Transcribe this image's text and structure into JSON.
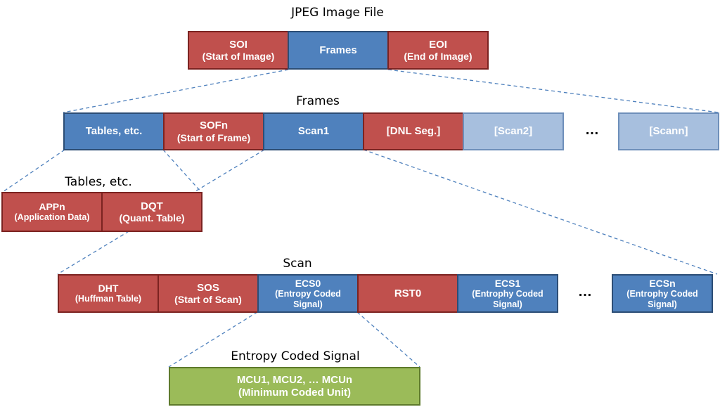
{
  "titles": {
    "file": "JPEG Image File",
    "frames": "Frames",
    "tables": "Tables, etc.",
    "scan": "Scan",
    "ecs": "Entropy Coded Signal"
  },
  "file_row": {
    "soi": {
      "l1": "SOI",
      "l2": "(Start of Image)"
    },
    "frames": {
      "l1": "Frames"
    },
    "eoi": {
      "l1": "EOI",
      "l2": "(End of Image)"
    }
  },
  "frames_row": {
    "tables": {
      "l1": "Tables, etc."
    },
    "sofn": {
      "l1": "SOFn",
      "l2": "(Start of Frame)"
    },
    "scan1": {
      "l1": "Scan1"
    },
    "dnl": {
      "l1": "[DNL Seg.]"
    },
    "scan2": {
      "l1": "[Scan2]"
    },
    "dots": "…",
    "scann": {
      "l1": "[Scann]"
    }
  },
  "tables_row": {
    "appn": {
      "l1": "APPn",
      "l2": "(Application Data)"
    },
    "dqt": {
      "l1": "DQT",
      "l2": "(Quant. Table)"
    }
  },
  "scan_row": {
    "dht": {
      "l1": "DHT",
      "l2": "(Huffman Table)"
    },
    "sos": {
      "l1": "SOS",
      "l2": "(Start of Scan)"
    },
    "ecs0": {
      "l1": "ECS0",
      "l2": "(Entropy Coded",
      "l3": "Signal)"
    },
    "rst0": {
      "l1": "RST0"
    },
    "ecs1": {
      "l1": "ECS1",
      "l2": "(Entrophy Coded",
      "l3": "Signal)"
    },
    "dots": "…",
    "ecsn": {
      "l1": "ECSn",
      "l2": "(Entrophy Coded",
      "l3": "Signal)"
    }
  },
  "mcu_row": {
    "mcu": {
      "l1": "MCU1, MCU2, … MCUn",
      "l2": "(Minimum Coded Unit)"
    }
  },
  "colors": {
    "red": "#c0504d",
    "blue": "#4f81bd",
    "light_blue": "#a7bfde",
    "green": "#9bbb59",
    "connector": "#4f81bd"
  }
}
